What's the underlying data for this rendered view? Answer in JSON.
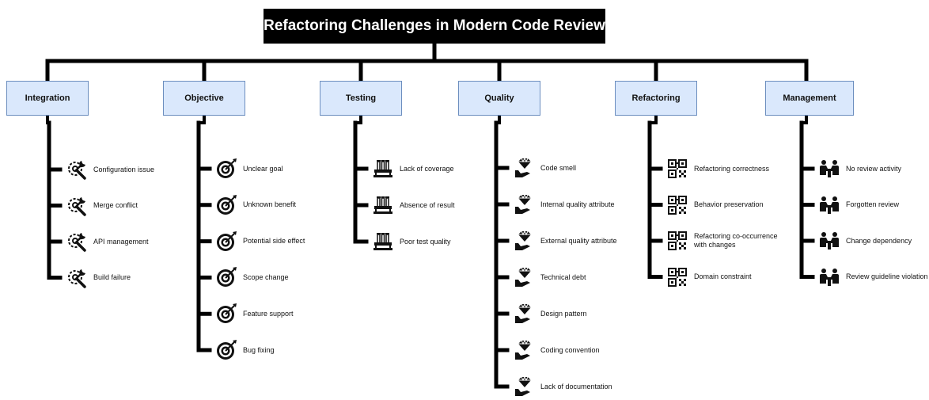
{
  "title": "Refactoring Challenges in Modern Code Review",
  "categories": [
    {
      "name": "Integration",
      "icon": "wrench-gear-icon",
      "items": [
        "Configuration issue",
        "Merge conflict",
        "API management",
        "Build failure"
      ]
    },
    {
      "name": "Objective",
      "icon": "target-icon",
      "items": [
        "Unclear goal",
        "Unknown benefit",
        "Potential side effect",
        "Scope change",
        "Feature support",
        "Bug fixing"
      ]
    },
    {
      "name": "Testing",
      "icon": "test-tube-rack-icon",
      "items": [
        "Lack of coverage",
        "Absence of result",
        "Poor test quality"
      ]
    },
    {
      "name": "Quality",
      "icon": "diamond-hand-icon",
      "items": [
        "Code smell",
        "Internal quality attribute",
        "External quality attribute",
        "Technical debt",
        "Design pattern",
        "Coding convention",
        "Lack of documentation"
      ]
    },
    {
      "name": "Refactoring",
      "icon": "qr-code-icon",
      "items": [
        "Refactoring correctness",
        "Behavior preservation",
        "Refactoring co-occurrence with changes",
        "Domain constraint"
      ]
    },
    {
      "name": "Management",
      "icon": "meeting-icon",
      "items": [
        "No review activity",
        "Forgotten review",
        "Change dependency",
        "Review guideline violation"
      ]
    }
  ]
}
